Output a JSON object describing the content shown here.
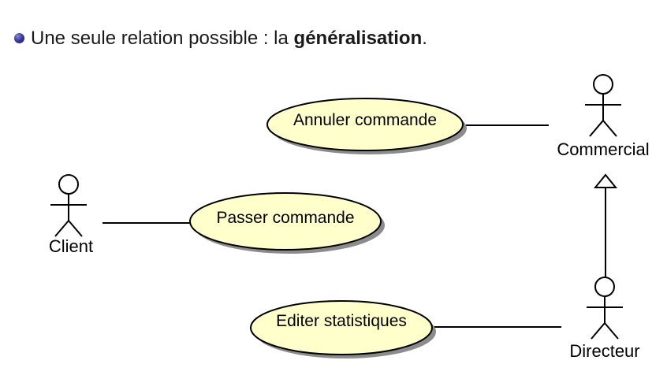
{
  "slide": {
    "bullet": {
      "text_prefix": "Une seule relation possible : la ",
      "text_bold": "généralisation",
      "text_suffix": "."
    }
  },
  "diagram": {
    "type": "uml-use-case-diagram",
    "use_cases": [
      {
        "label": "Annuler commande"
      },
      {
        "label": "Passer commande"
      },
      {
        "label": "Editer statistiques"
      }
    ],
    "actors": [
      {
        "label": "Commercial"
      },
      {
        "label": "Client"
      },
      {
        "label": "Directeur"
      }
    ],
    "relations": [
      {
        "type": "association",
        "from": "Annuler commande",
        "to": "Commercial"
      },
      {
        "type": "association",
        "from": "Client",
        "to": "Passer commande"
      },
      {
        "type": "association",
        "from": "Editer statistiques",
        "to": "Directeur"
      },
      {
        "type": "generalization",
        "from": "Directeur",
        "to": "Commercial"
      }
    ],
    "colors": {
      "use_case_fill": "#FFFFCC",
      "outline": "#000000",
      "shadow": "#8C8C8C",
      "bullet": "#1A1A80"
    }
  }
}
